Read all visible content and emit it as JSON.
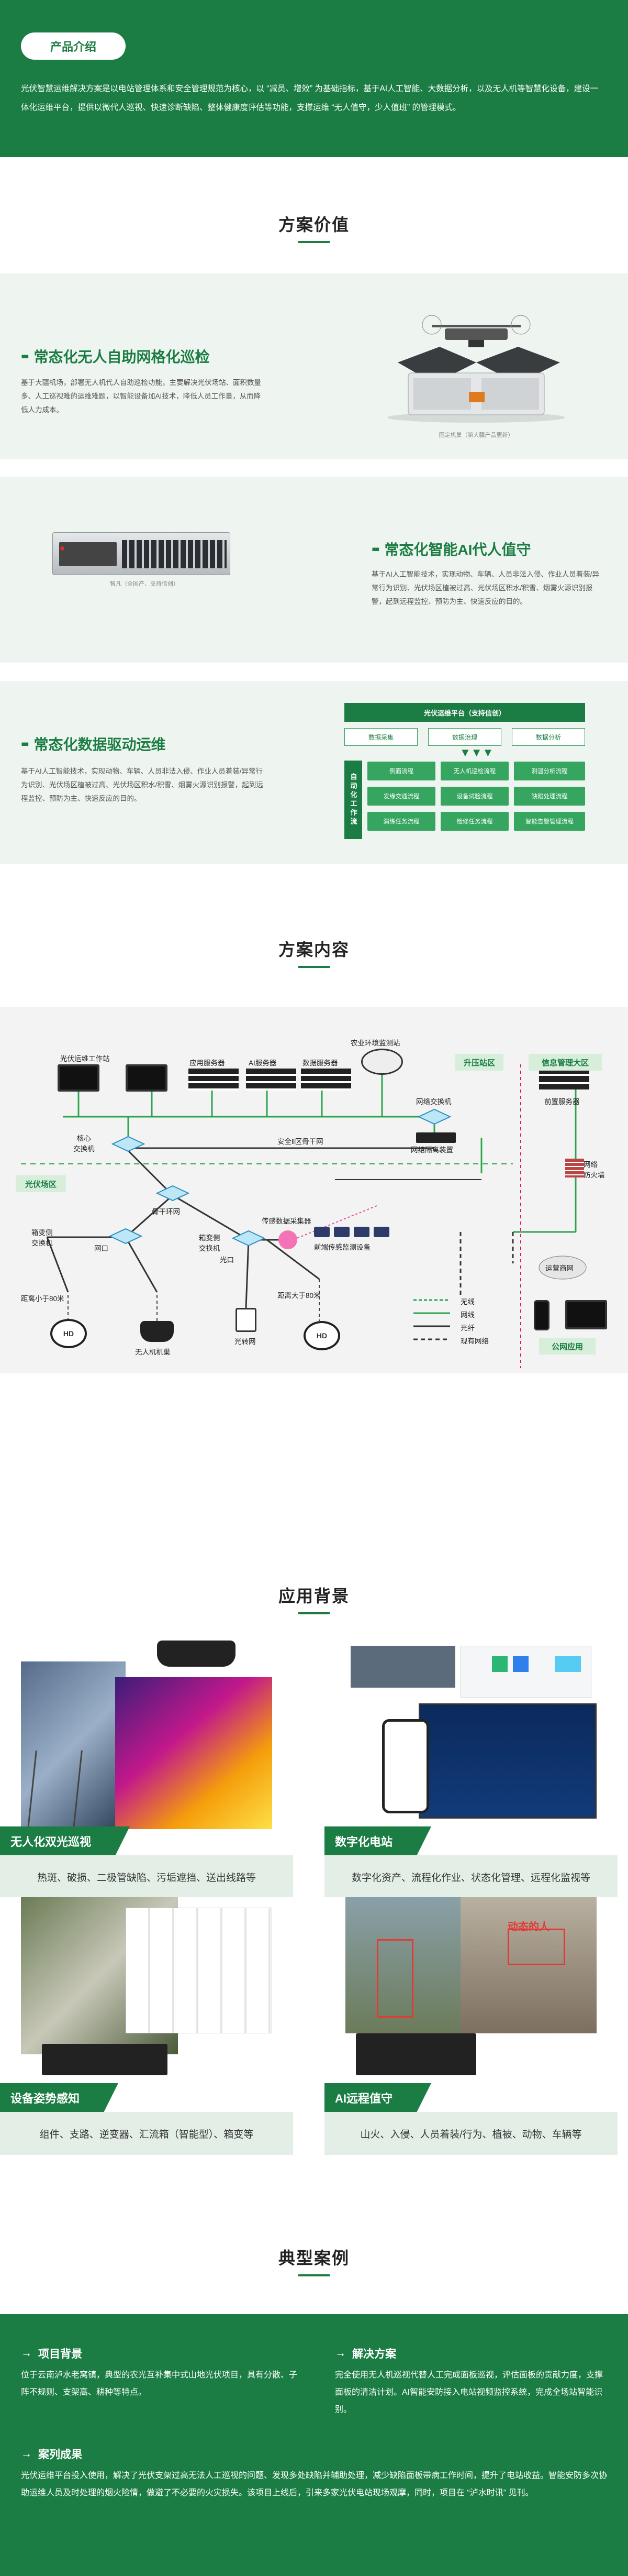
{
  "intro": {
    "pill": "产品介绍",
    "text": "光伏智慧运维解决方案是以电站管理体系和安全管理规范为核心，以 “减员、增效” 为基础指标，基于AI人工智能、大数据分析，以及无人机等智慧化设备，建设一体化运维平台，提供以微代人巡视、快速诊断缺陷、整体健康度评估等功能，支撑运维 “无人值守，少人值班” 的管理模式。"
  },
  "value": {
    "heading": "方案价值",
    "items": [
      {
        "title": "常态化无人自助网格化巡检",
        "text": "基于大疆机场，部署无人机代人自助巡检功能，主要解决光伏场站、面积数量多、人工巡视难的运维难题，以智能设备加AI技术，降低人员工作量，从而降低人力成本。",
        "caption": "固定机巢（第大疆产品更新）"
      },
      {
        "title": "常态化智能AI代人值守",
        "text": "基于AI人工智能技术，实现动物、车辆、人员非法入侵、作业人员着装/异常行为识别、光伏场区植被过高、光伏场区积水/积雪、烟雾火源识别报警，起到远程监控、预防为主、快速反应的目的。",
        "caption": "智凡（全国产、支持信创）"
      },
      {
        "title": "常态化数据驱动运维",
        "text": "基于AI人工智能技术，实现动物、车辆、人员非法入侵、作业人员着装/异常行为识别、光伏场区植被过高、光伏场区积水/积雪、烟雾火源识别报警，起到远程监控、预防为主、快速反应的目的。"
      }
    ],
    "platform": {
      "top": "光伏运维平台（支持信创）",
      "row1": [
        "数据采集",
        "数据治理",
        "数据分析"
      ],
      "side": "自动化工作流",
      "grid": [
        "例面流程",
        "无人机巡检流程",
        "测温分析流程",
        "发缘交通流程",
        "设备试验流程",
        "缺陷处理流程",
        "演练任务流程",
        "检修任务流程",
        "智能告警管理流程"
      ]
    }
  },
  "content": {
    "heading": "方案内容",
    "labels": {
      "ops_station": "光伏运维工作站",
      "app_server": "应用服务器",
      "ai_server": "AI服务器",
      "data_server": "数据服务器",
      "env_station": "农业环境监测站",
      "boost_station": "升压站区",
      "info_zone": "信息管理大区",
      "net_switch": "网络交换机",
      "net_iso": "网络隔离装置",
      "core_switch": "核心\n交换机",
      "safe_zone": "安全Ⅱ区骨干网",
      "front_server": "前置服务器",
      "firewall": "网络\n防火墙",
      "pv_zone": "光伏场区",
      "backbone": "骨干环网",
      "box_switch1": "箱变侧\n交换机",
      "gateway": "网口",
      "box_switch2": "箱变侧\n交换机",
      "optical_port": "光口",
      "sensor_collect": "传感数据采集器",
      "front_sensor": "前端传感监测设备",
      "dist1": "距离小于80米",
      "dist2": "距离大于80米",
      "drone_nest": "无人机机巢",
      "optical_network": "光转网",
      "mobile_net": "运营商网",
      "public_app": "公网应用",
      "legend_wireless": "无线",
      "legend_cable": "网线",
      "legend_fiber": "光纤",
      "legend_existing": "现有网络"
    }
  },
  "apps": {
    "heading": "应用背景",
    "items": [
      {
        "tag": "无人化双光巡视",
        "desc": "热斑、破损、二极管缺陷、污垢遮挡、送出线路等"
      },
      {
        "tag": "数字化电站",
        "desc": "数字化资产、流程化作业、状态化管理、远程化监视等"
      },
      {
        "tag": "设备姿势感知",
        "desc": "组件、支路、逆变器、汇流箱（智能型）、箱变等"
      },
      {
        "tag": "AI远程值守",
        "desc": "山火、入侵、人员着装/行为、植被、动物、车辆等"
      }
    ],
    "ai_overlay": "动态的人"
  },
  "cases": {
    "heading": "典型案例",
    "background_title": "项目背景",
    "background_text": "位于云南泸水老窝镇，典型的农光互补集中式山地光伏项目，具有分散、子阵不规则、支架高、耕种等特点。",
    "solution_title": "解决方案",
    "solution_text": "完全使用无人机巡视代替人工完成面板巡视，评估面板的贡献力度，支撑面板的清洁计划。AI智能安防接入电站视频监控系统，完成全场站智能识别。",
    "result_title": "案列成果",
    "result_text": "光伏运维平台投入使用，解决了光伏支架过高无法人工巡视的问题、发现多处缺陷并辅助处理，减少缺陷面板带病工作时间，提升了电站收益。智能安防多次协助运维人员及时处理的烟火险情，做避了不必要的火灾损失。该项目上线后，引来多家光伏电站现场观摩，同时，项目在 “泸水时讯” 见刊。"
  },
  "colors": {
    "brand": "#1b7d43",
    "brand_light": "#36a55f",
    "bg_tint": "#eef4ef"
  }
}
